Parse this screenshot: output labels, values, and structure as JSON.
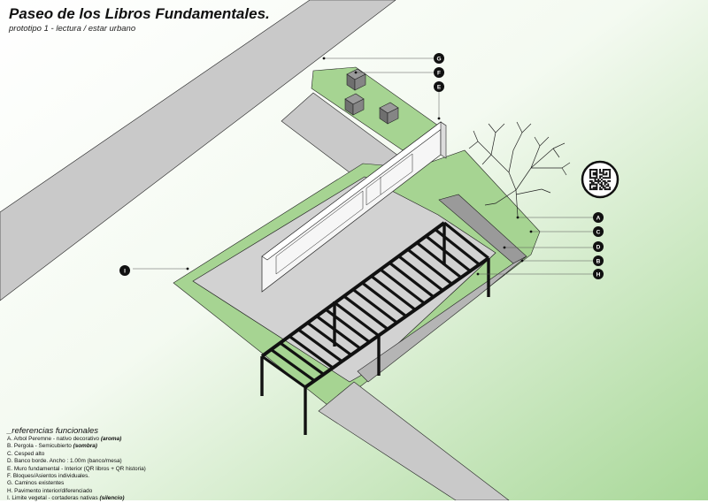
{
  "header": {
    "title": "Paseo de los Libros Fundamentales.",
    "subtitle": "prototipo 1 - lectura / estar urbano"
  },
  "markers": [
    "A",
    "B",
    "C",
    "D",
    "E",
    "F",
    "G",
    "H",
    "I"
  ],
  "references": {
    "title": "_referencias funcionales",
    "items": [
      {
        "text": "A. Arbol Peremne - nativo decorativo ",
        "emphasis": "(aroma)"
      },
      {
        "text": "B. Pergola  - Semicubierto ",
        "emphasis": "(sombra)"
      },
      {
        "text": "C. Cesped alto",
        "emphasis": ""
      },
      {
        "text": "D. Banco borde. Ancho : 1.00m (banco/mesa)",
        "emphasis": ""
      },
      {
        "text": "E. Muro fundamental - Interior (QR libros + QR historia)",
        "emphasis": ""
      },
      {
        "text": "F. Bloques/Asientos individuales.",
        "emphasis": ""
      },
      {
        "text": "G. Caminos existentes",
        "emphasis": ""
      },
      {
        "text": "H. Pavimento interior/diferenciado",
        "emphasis": ""
      },
      {
        "text": "I. Limite vegetal - cortaderas nativas ",
        "emphasis": "(silencio)"
      }
    ]
  },
  "colors": {
    "grass": "#a6d492",
    "path": "#c9c9c9",
    "pavement": "#d2d2d2",
    "bench": "#9a9a9a",
    "wall": "#f6f6f6",
    "pergola": "#111111",
    "marker": "#111111"
  },
  "icons": [
    "qr-code-icon",
    "tree-icon"
  ]
}
